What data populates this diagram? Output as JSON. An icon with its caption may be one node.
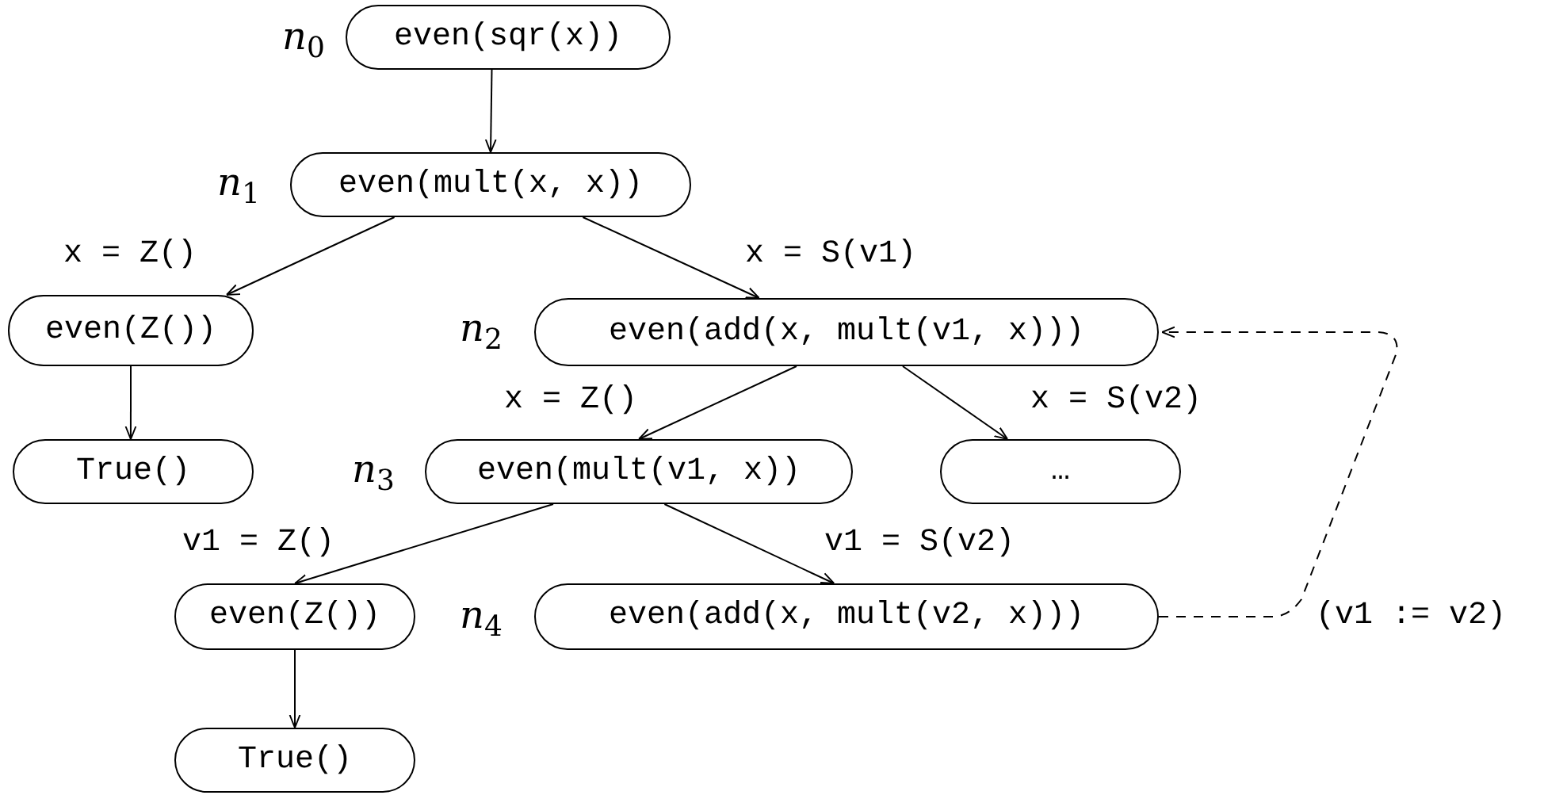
{
  "diagram": {
    "nodes": [
      {
        "text": [
          "even(sqr(x))"
        ],
        "beside": [
          "*n*$_{0}$"
        ]
      },
      {
        "text": [
          "even(mult(x, x))"
        ],
        "beside": [
          "*n*$_{1}$"
        ]
      },
      {
        "text": [
          "even(Z())"
        ]
      },
      {
        "text": [
          "even(add(x, mult(v1, x)))"
        ],
        "beside": [
          "*n*$_{2}$"
        ]
      },
      {
        "text": [
          "True()"
        ]
      },
      {
        "text": [
          "even(mult(v1, x))"
        ],
        "beside": [
          "*n*$_{3}$"
        ]
      },
      {
        "text": [
          "…"
        ]
      },
      {
        "text": [
          "even(Z())"
        ]
      },
      {
        "text": [
          "even(add(x, mult(v2, x)))"
        ],
        "beside": [
          "*n*$_{4}$"
        ]
      },
      {
        "text": [
          "True()"
        ]
      }
    ],
    "edges": [
      {
        "from": 0,
        "to": 1,
        "arrow": "to"
      },
      {
        "from": 1,
        "to": 2,
        "arrow": "to",
        "label": "x = Z()"
      },
      {
        "from": 1,
        "to": 3,
        "arrow": "to",
        "label": "x = S(v1)"
      },
      {
        "from": 2,
        "to": 4,
        "arrow": "to"
      },
      {
        "from": 3,
        "to": 5,
        "arrow": "to",
        "label": "x = Z()"
      },
      {
        "from": 3,
        "to": 6,
        "arrow": "to",
        "label": "x = S(v2)"
      },
      {
        "from": 5,
        "to": 7,
        "arrow": "to",
        "label": "v1 = Z()"
      },
      {
        "from": 5,
        "to": 8,
        "arrow": "to",
        "label": "v1 = S(v2)"
      },
      {
        "from": 8,
        "to": 3,
        "arrow": "to",
        "style": "dashed",
        "label": "(v1 := v2)"
      },
      {
        "from": 7,
        "to": 9,
        "arrow": "to"
      }
    ]
  }
}
